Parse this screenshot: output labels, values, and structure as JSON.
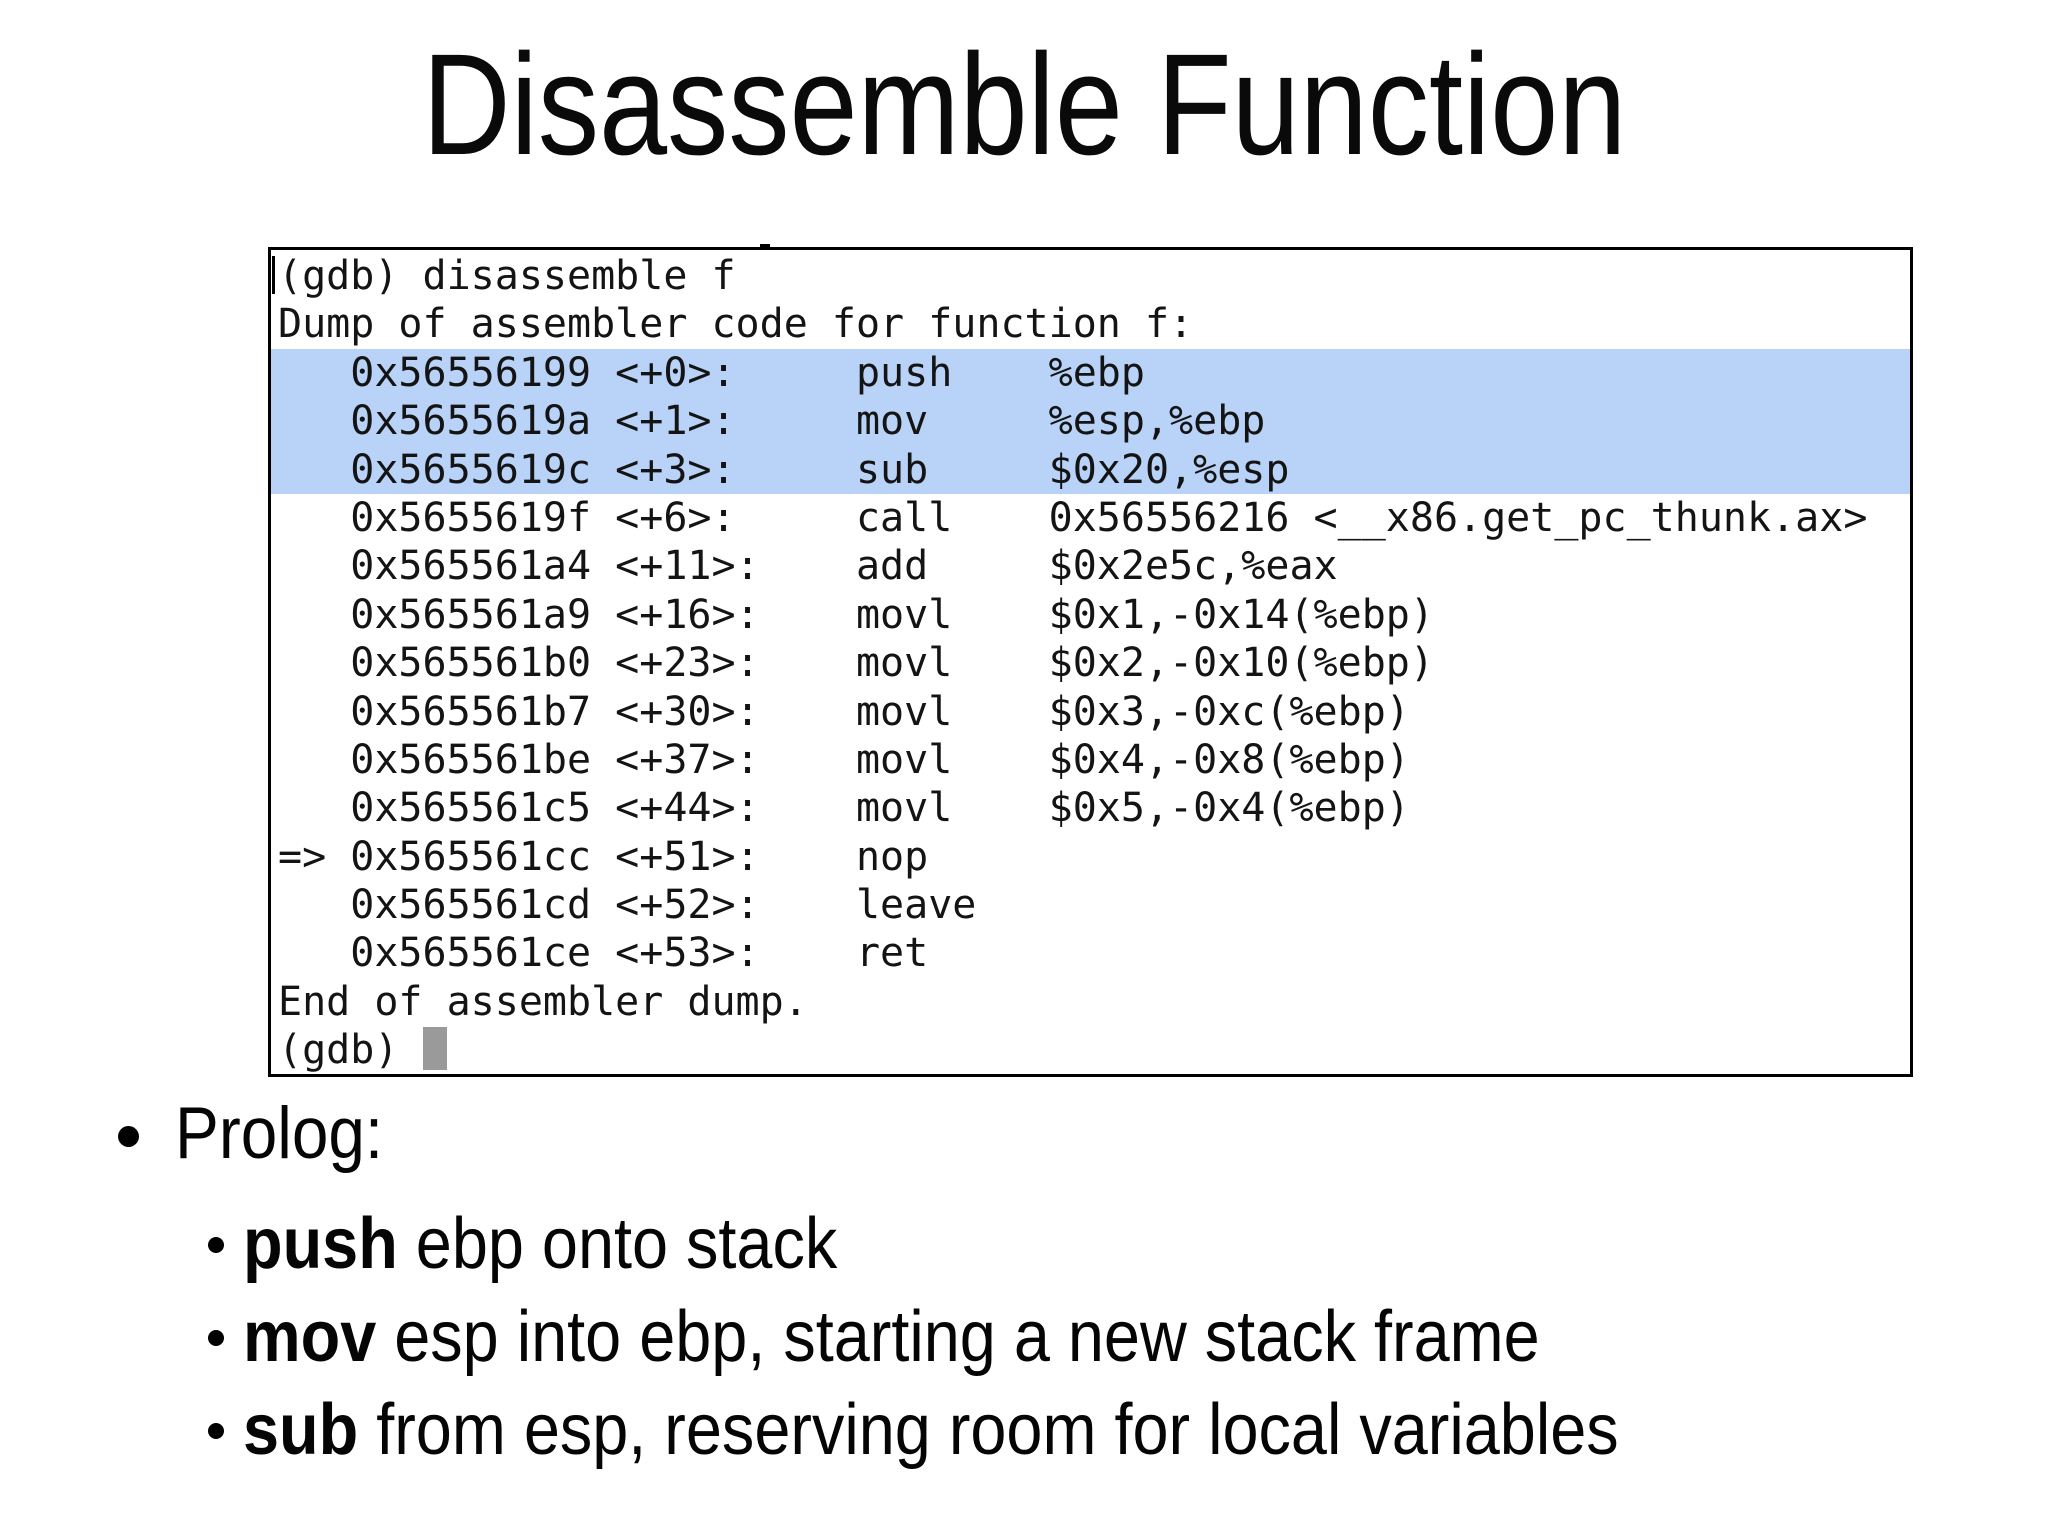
{
  "slide": {
    "title": "Disassemble Function"
  },
  "colors": {
    "highlight_row": "#b8d2f8",
    "cursor_gray": "#9a9a9a",
    "terminal_border": "#000000",
    "text": "#000000"
  },
  "terminal": {
    "command": "disassemble f",
    "prompt": "(gdb)",
    "lines": [
      {
        "text": "(gdb) disassemble f",
        "highlight": false,
        "cursor": false
      },
      {
        "text": "Dump of assembler code for function f:",
        "highlight": false,
        "cursor": false
      },
      {
        "text": "   0x56556199 <+0>:     push    %ebp",
        "highlight": true,
        "cursor": false
      },
      {
        "text": "   0x5655619a <+1>:     mov     %esp,%ebp",
        "highlight": true,
        "cursor": false
      },
      {
        "text": "   0x5655619c <+3>:     sub     $0x20,%esp",
        "highlight": true,
        "cursor": false
      },
      {
        "text": "   0x5655619f <+6>:     call    0x56556216 <__x86.get_pc_thunk.ax>",
        "highlight": false,
        "cursor": false
      },
      {
        "text": "   0x565561a4 <+11>:    add     $0x2e5c,%eax",
        "highlight": false,
        "cursor": false
      },
      {
        "text": "   0x565561a9 <+16>:    movl    $0x1,-0x14(%ebp)",
        "highlight": false,
        "cursor": false
      },
      {
        "text": "   0x565561b0 <+23>:    movl    $0x2,-0x10(%ebp)",
        "highlight": false,
        "cursor": false
      },
      {
        "text": "   0x565561b7 <+30>:    movl    $0x3,-0xc(%ebp)",
        "highlight": false,
        "cursor": false
      },
      {
        "text": "   0x565561be <+37>:    movl    $0x4,-0x8(%ebp)",
        "highlight": false,
        "cursor": false
      },
      {
        "text": "   0x565561c5 <+44>:    movl    $0x5,-0x4(%ebp)",
        "highlight": false,
        "cursor": false
      },
      {
        "text": "=> 0x565561cc <+51>:    nop",
        "highlight": false,
        "cursor": false
      },
      {
        "text": "   0x565561cd <+52>:    leave",
        "highlight": false,
        "cursor": false
      },
      {
        "text": "   0x565561ce <+53>:    ret",
        "highlight": false,
        "cursor": false
      },
      {
        "text": "End of assembler dump.",
        "highlight": false,
        "cursor": false
      },
      {
        "text": "(gdb) ",
        "highlight": false,
        "cursor": true
      }
    ]
  },
  "bullets": {
    "level1_label": "Prolog:",
    "items": [
      {
        "keyword": "push",
        "rest": " ebp onto stack"
      },
      {
        "keyword": "mov",
        "rest": " esp into ebp, starting a new stack frame"
      },
      {
        "keyword": "sub",
        "rest": " from esp, reserving room for local variables"
      }
    ]
  }
}
